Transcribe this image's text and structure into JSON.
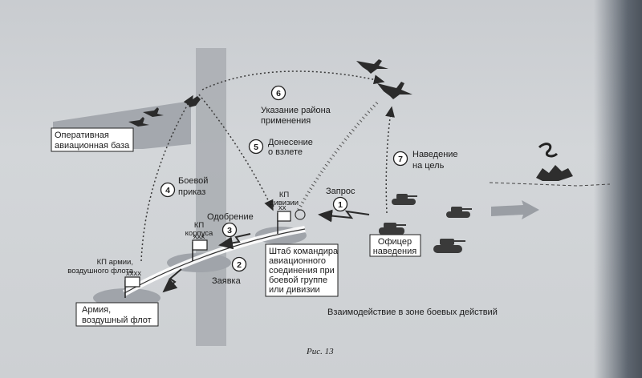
{
  "labels": {
    "air_base": [
      "Оперативная",
      "авиационная база"
    ],
    "army_cp": [
      "КП армии,",
      "воздушного флота"
    ],
    "army": [
      "Армия,",
      "воздушный флот"
    ],
    "corps_cp": [
      "КП",
      "корпуса"
    ],
    "division_cp": [
      "КП",
      "дивизии"
    ],
    "approval": "Одобрение",
    "request": "Заявка",
    "query": "Запрос",
    "hq": [
      "Штаб командира",
      "авиационного",
      "соединения при",
      "боевой группе",
      "или дивизии"
    ],
    "officer": [
      "Офицер",
      "наведения"
    ],
    "combat_order": [
      "Боевой",
      "приказ"
    ],
    "takeoff_report": [
      "Донесение",
      "о взлете"
    ],
    "area_instruction": [
      "Указание района",
      "применения"
    ],
    "guidance": [
      "Наведение",
      "на цель"
    ],
    "caption": "Взаимодействие в зоне боевых действий",
    "figure": "Рис. 13",
    "flag_mark": "xxxx",
    "flag_mark_corps": "xxx",
    "flag_mark_div": "xx"
  },
  "steps": [
    "1",
    "2",
    "3",
    "4",
    "5",
    "6",
    "7"
  ]
}
